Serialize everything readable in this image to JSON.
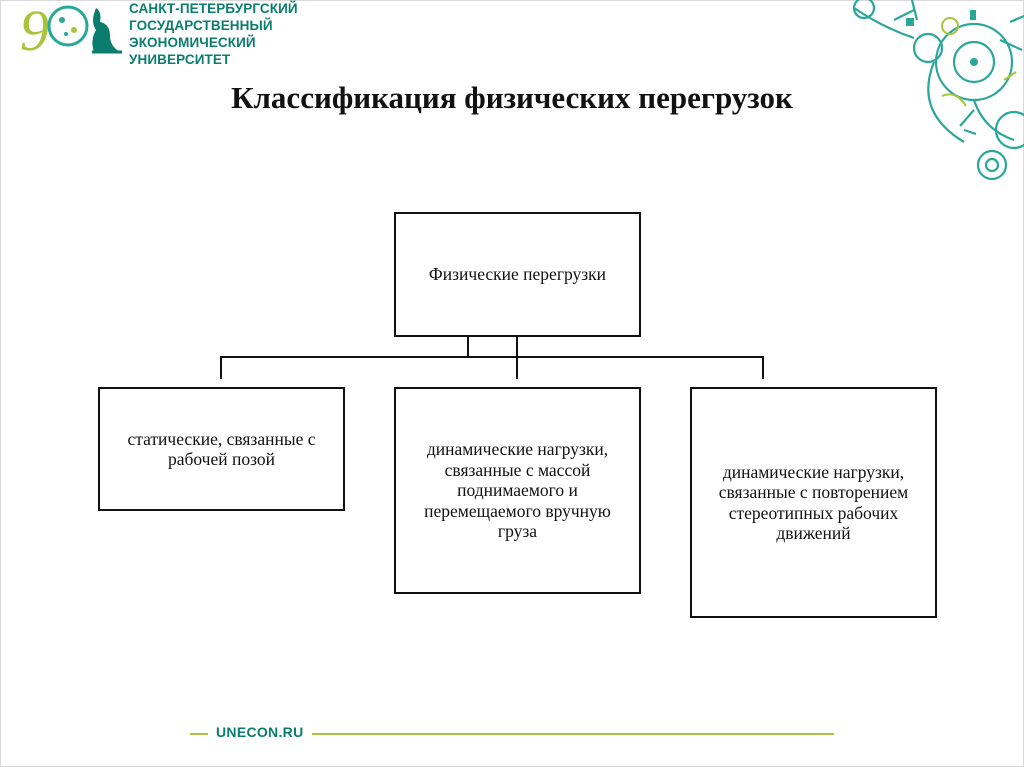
{
  "header": {
    "logo_anniversary": "90",
    "university_name_lines": [
      "САНКТ-ПЕТЕРБУРГСКИЙ",
      "ГОСУДАРСТВЕННЫЙ",
      "ЭКОНОМИЧЕСКИЙ УНИВЕРСИТЕТ"
    ]
  },
  "title": "Классификация физических перегрузок",
  "diagram": {
    "root": "Физические перегрузки",
    "children": [
      "статические, связанные с рабочей позой",
      "динамические нагрузки, связанные с массой поднимаемого и перемещаемого вручную груза",
      "динамические нагрузки, связанные с повторением стереотипных рабочих движений"
    ]
  },
  "footer": {
    "site": "UNECON.RU"
  },
  "colors": {
    "brand_teal": "#0b7d6e",
    "brand_green": "#a8c53a",
    "deco_teal": "#2aa79b"
  }
}
